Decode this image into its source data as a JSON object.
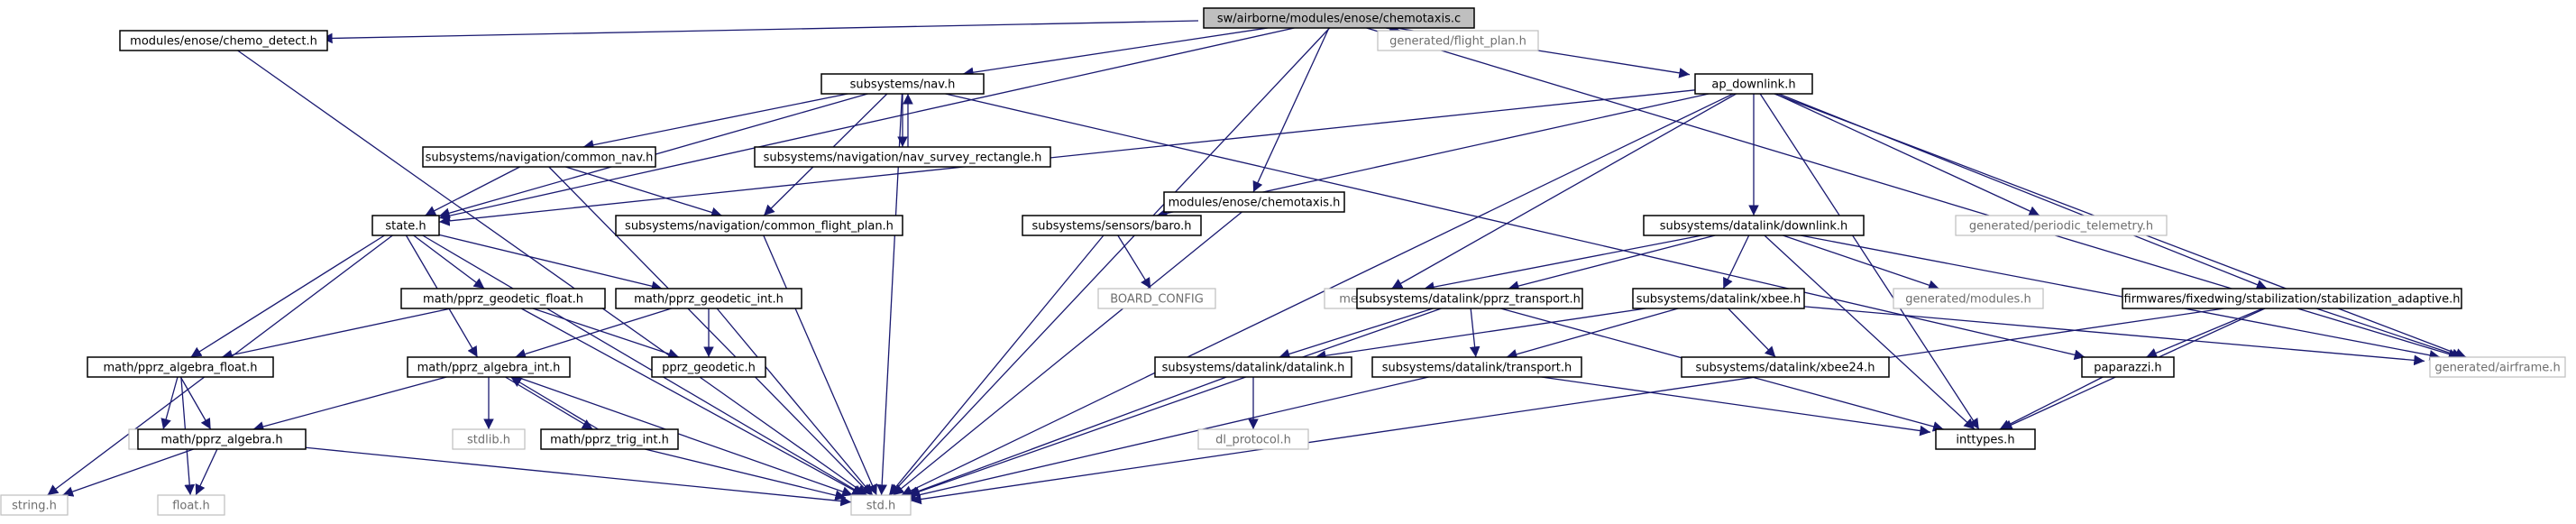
{
  "graph": {
    "nodes": [
      {
        "id": "root",
        "label": "sw/airborne/modules/enose/chemotaxis.c",
        "kind": "root"
      },
      {
        "id": "chemo_detect",
        "label": "modules/enose/chemo_detect.h",
        "kind": "file"
      },
      {
        "id": "nav",
        "label": "subsystems/nav.h",
        "kind": "file"
      },
      {
        "id": "flight_plan",
        "label": "generated/flight_plan.h",
        "kind": "external"
      },
      {
        "id": "ap_downlink",
        "label": "ap_downlink.h",
        "kind": "file"
      },
      {
        "id": "chemotaxis_h",
        "label": "modules/enose/chemotaxis.h",
        "kind": "file"
      },
      {
        "id": "common_nav",
        "label": "subsystems/navigation/common_nav.h",
        "kind": "file"
      },
      {
        "id": "nav_survey",
        "label": "subsystems/navigation/nav_survey_rectangle.h",
        "kind": "file"
      },
      {
        "id": "common_flight_plan",
        "label": "subsystems/navigation/common_flight_plan.h",
        "kind": "file"
      },
      {
        "id": "state",
        "label": "state.h",
        "kind": "file"
      },
      {
        "id": "baro",
        "label": "subsystems/sensors/baro.h",
        "kind": "file"
      },
      {
        "id": "downlink",
        "label": "subsystems/datalink/downlink.h",
        "kind": "file"
      },
      {
        "id": "periodic_telemetry",
        "label": "generated/periodic_telemetry.h",
        "kind": "external"
      },
      {
        "id": "geodetic_float",
        "label": "math/pprz_geodetic_float.h",
        "kind": "file"
      },
      {
        "id": "geodetic_int",
        "label": "math/pprz_geodetic_int.h",
        "kind": "file"
      },
      {
        "id": "baro_config",
        "label": "BOARD_CONFIG",
        "kind": "external"
      },
      {
        "id": "messages",
        "label": "messages.h",
        "kind": "external"
      },
      {
        "id": "pprz_transport",
        "label": "subsystems/datalink/pprz_transport.h",
        "kind": "file"
      },
      {
        "id": "xbee",
        "label": "subsystems/datalink/xbee.h",
        "kind": "file"
      },
      {
        "id": "modules_gen",
        "label": "generated/modules.h",
        "kind": "external"
      },
      {
        "id": "stab_adaptive",
        "label": "firmwares/fixedwing/stabilization/stabilization_adaptive.h",
        "kind": "file"
      },
      {
        "id": "algebra_float",
        "label": "math/pprz_algebra_float.h",
        "kind": "file"
      },
      {
        "id": "algebra_int",
        "label": "math/pprz_algebra_int.h",
        "kind": "file"
      },
      {
        "id": "pprz_geodetic",
        "label": "pprz_geodetic.h",
        "kind": "file"
      },
      {
        "id": "datalink",
        "label": "subsystems/datalink/datalink.h",
        "kind": "file"
      },
      {
        "id": "transport",
        "label": "subsystems/datalink/transport.h",
        "kind": "file"
      },
      {
        "id": "xbee24",
        "label": "subsystems/datalink/xbee24.h",
        "kind": "file"
      },
      {
        "id": "paparazzi",
        "label": "paparazzi.h",
        "kind": "file"
      },
      {
        "id": "airframe",
        "label": "generated/airframe.h",
        "kind": "external"
      },
      {
        "id": "math",
        "label": "math.h",
        "kind": "external"
      },
      {
        "id": "stdlib",
        "label": "stdlib.h",
        "kind": "external"
      },
      {
        "id": "trig_int",
        "label": "math/pprz_trig_int.h",
        "kind": "file"
      },
      {
        "id": "algebra",
        "label": "math/pprz_algebra.h",
        "kind": "file"
      },
      {
        "id": "dl_protocol",
        "label": "dl_protocol.h",
        "kind": "external"
      },
      {
        "id": "inttypes",
        "label": "inttypes.h",
        "kind": "file"
      },
      {
        "id": "string",
        "label": "string.h",
        "kind": "external"
      },
      {
        "id": "float",
        "label": "float.h",
        "kind": "external"
      },
      {
        "id": "std",
        "label": "std.h",
        "kind": "external"
      }
    ],
    "edges": [
      [
        "root",
        "chemo_detect"
      ],
      [
        "root",
        "nav"
      ],
      [
        "root",
        "flight_plan"
      ],
      [
        "root",
        "ap_downlink"
      ],
      [
        "root",
        "chemotaxis_h"
      ],
      [
        "root",
        "state"
      ],
      [
        "root",
        "std"
      ],
      [
        "root",
        "airframe"
      ],
      [
        "chemo_detect",
        "std"
      ],
      [
        "nav",
        "common_nav"
      ],
      [
        "nav",
        "nav_survey"
      ],
      [
        "nav",
        "common_flight_plan"
      ],
      [
        "nav",
        "state"
      ],
      [
        "nav",
        "std"
      ],
      [
        "nav",
        "paparazzi"
      ],
      [
        "nav_survey",
        "nav"
      ],
      [
        "common_nav",
        "common_flight_plan"
      ],
      [
        "common_nav",
        "state"
      ],
      [
        "common_nav",
        "std"
      ],
      [
        "common_flight_plan",
        "std"
      ],
      [
        "chemotaxis_h",
        "std"
      ],
      [
        "ap_downlink",
        "state"
      ],
      [
        "ap_downlink",
        "baro"
      ],
      [
        "ap_downlink",
        "downlink"
      ],
      [
        "ap_downlink",
        "periodic_telemetry"
      ],
      [
        "ap_downlink",
        "messages"
      ],
      [
        "ap_downlink",
        "stab_adaptive"
      ],
      [
        "ap_downlink",
        "airframe"
      ],
      [
        "ap_downlink",
        "inttypes"
      ],
      [
        "ap_downlink",
        "std"
      ],
      [
        "state",
        "geodetic_float"
      ],
      [
        "state",
        "geodetic_int"
      ],
      [
        "state",
        "algebra_float"
      ],
      [
        "state",
        "algebra_int"
      ],
      [
        "state",
        "string"
      ],
      [
        "state",
        "std"
      ],
      [
        "baro",
        "baro_config"
      ],
      [
        "baro",
        "std"
      ],
      [
        "downlink",
        "messages"
      ],
      [
        "downlink",
        "pprz_transport"
      ],
      [
        "downlink",
        "xbee"
      ],
      [
        "downlink",
        "modules_gen"
      ],
      [
        "downlink",
        "inttypes"
      ],
      [
        "downlink",
        "airframe"
      ],
      [
        "geodetic_float",
        "algebra_float"
      ],
      [
        "geodetic_float",
        "pprz_geodetic"
      ],
      [
        "geodetic_float",
        "std"
      ],
      [
        "geodetic_int",
        "algebra_int"
      ],
      [
        "geodetic_int",
        "pprz_geodetic"
      ],
      [
        "geodetic_int",
        "std"
      ],
      [
        "pprz_transport",
        "datalink"
      ],
      [
        "pprz_transport",
        "transport"
      ],
      [
        "pprz_transport",
        "inttypes"
      ],
      [
        "pprz_transport",
        "std"
      ],
      [
        "xbee",
        "datalink"
      ],
      [
        "xbee",
        "transport"
      ],
      [
        "xbee",
        "xbee24"
      ],
      [
        "xbee",
        "airframe"
      ],
      [
        "stab_adaptive",
        "paparazzi"
      ],
      [
        "stab_adaptive",
        "airframe"
      ],
      [
        "stab_adaptive",
        "inttypes"
      ],
      [
        "stab_adaptive",
        "std"
      ],
      [
        "algebra_float",
        "algebra"
      ],
      [
        "algebra_float",
        "math"
      ],
      [
        "algebra_float",
        "float"
      ],
      [
        "algebra_int",
        "algebra"
      ],
      [
        "algebra_int",
        "stdlib"
      ],
      [
        "algebra_int",
        "trig_int"
      ],
      [
        "algebra_int",
        "std"
      ],
      [
        "trig_int",
        "algebra_int"
      ],
      [
        "trig_int",
        "std"
      ],
      [
        "algebra",
        "string"
      ],
      [
        "algebra",
        "float"
      ],
      [
        "algebra",
        "std"
      ],
      [
        "datalink",
        "dl_protocol"
      ],
      [
        "datalink",
        "std"
      ],
      [
        "transport",
        "inttypes"
      ],
      [
        "transport",
        "std"
      ],
      [
        "paparazzi",
        "inttypes"
      ]
    ]
  }
}
